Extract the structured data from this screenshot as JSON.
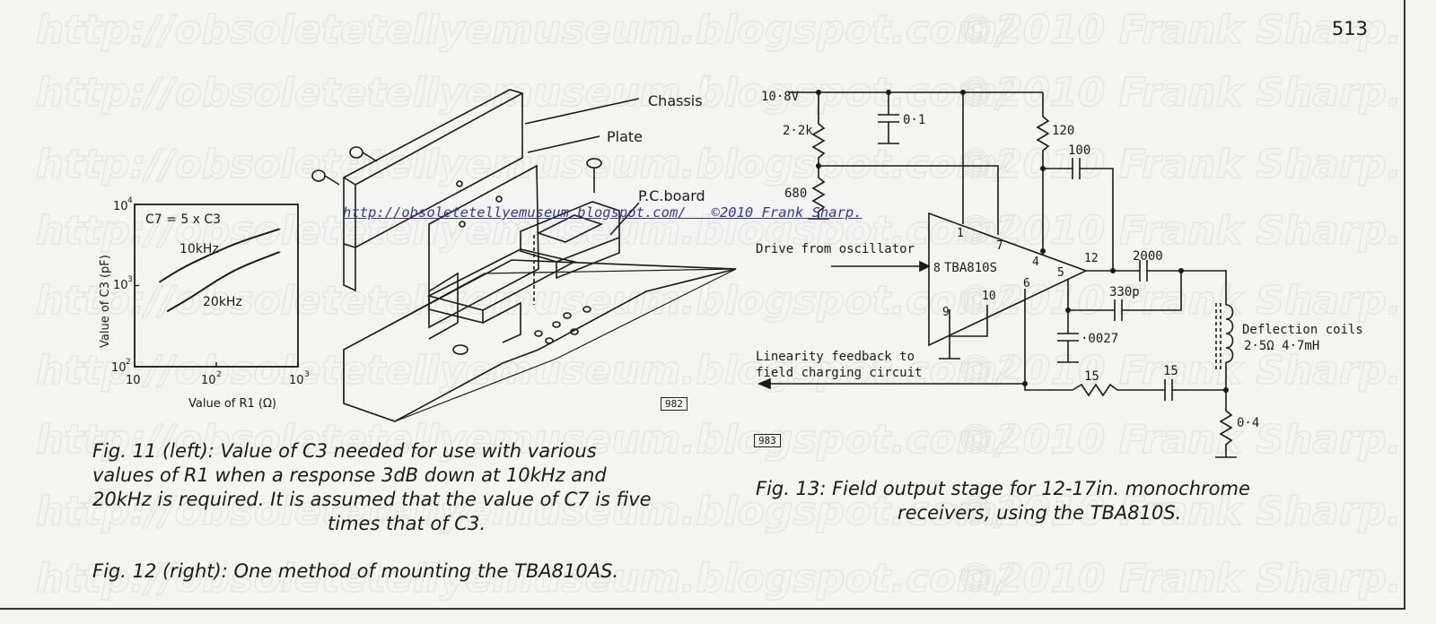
{
  "page": {
    "page_number": "513",
    "watermark_url": "http://obsoletetellyemuseum.blogspot.com/",
    "watermark_copyright": "©2010 Frank Sharp.",
    "link_text": "http://obsoletetellyemuseum.blogspot.com/",
    "link_copyright": "©2010 Frank Sharp."
  },
  "fig11_chart": {
    "annotation": "C7 = 5 x C3",
    "curve_10k": "10kHz",
    "curve_20k": "20kHz",
    "ylabel": "Value of C3 (pF)",
    "xlabel": "Value of R1 (Ω)",
    "y_ticks": [
      "10",
      "10",
      "10"
    ],
    "y_exp": [
      "4",
      "3",
      "2"
    ],
    "x_ticks": [
      "10",
      "10",
      "10"
    ],
    "x_exp": [
      "2",
      "3"
    ],
    "x_first": "10"
  },
  "chart_data": {
    "type": "line",
    "title": "",
    "xlabel": "Value of R1 (Ω)",
    "ylabel": "Value of C3 (pF)",
    "x_scale": "log",
    "y_scale": "log",
    "xlim": [
      10,
      1000
    ],
    "ylim": [
      100,
      10000
    ],
    "series": [
      {
        "name": "10kHz",
        "x": [
          20,
          40,
          100,
          200,
          600
        ],
        "y": [
          1100,
          1700,
          2600,
          3500,
          5000
        ]
      },
      {
        "name": "20kHz",
        "x": [
          25,
          50,
          100,
          200,
          600
        ],
        "y": [
          480,
          720,
          1150,
          1700,
          2600
        ]
      }
    ]
  },
  "fig12_labels": {
    "chassis": "Chassis",
    "plate": "Plate",
    "pcboard": "P.C.board",
    "ref": "982"
  },
  "fig13_labels": {
    "supply": "10·8V",
    "r_2k2": "2·2k",
    "c_01": "0·1",
    "r_680": "680",
    "r_120": "120",
    "c_100": "100",
    "drive": "Drive from oscillator",
    "ic": "TBA810S",
    "pins": [
      "1",
      "7",
      "4",
      "12",
      "8",
      "5",
      "6",
      "10",
      "9"
    ],
    "c_2000": "2000",
    "c_330p": "330p",
    "c_0027": "·0027",
    "coils": "Deflection coils",
    "coils_spec": "2·5Ω    4·7mH",
    "feedback1": "Linearity feedback to",
    "feedback2": "field charging circuit",
    "r_15": "15",
    "c_15": "15",
    "r_04": "0·4",
    "ref": "983"
  },
  "captions": {
    "fig11_l1": "Fig. 11 (left): Value of C3 needed for use with various",
    "fig11_l2": "values of R1 when a response 3dB down at 10kHz and",
    "fig11_l3": "20kHz is required. It is assumed that the value of C7 is five",
    "fig11_l4": "times that of C3.",
    "fig12": "Fig. 12 (right): One  method of mounting the TBA810AS.",
    "fig13_l1": "Fig.  13: Field output stage for 12-17in. monochrome",
    "fig13_l2": "receivers, using the TBA810S."
  }
}
